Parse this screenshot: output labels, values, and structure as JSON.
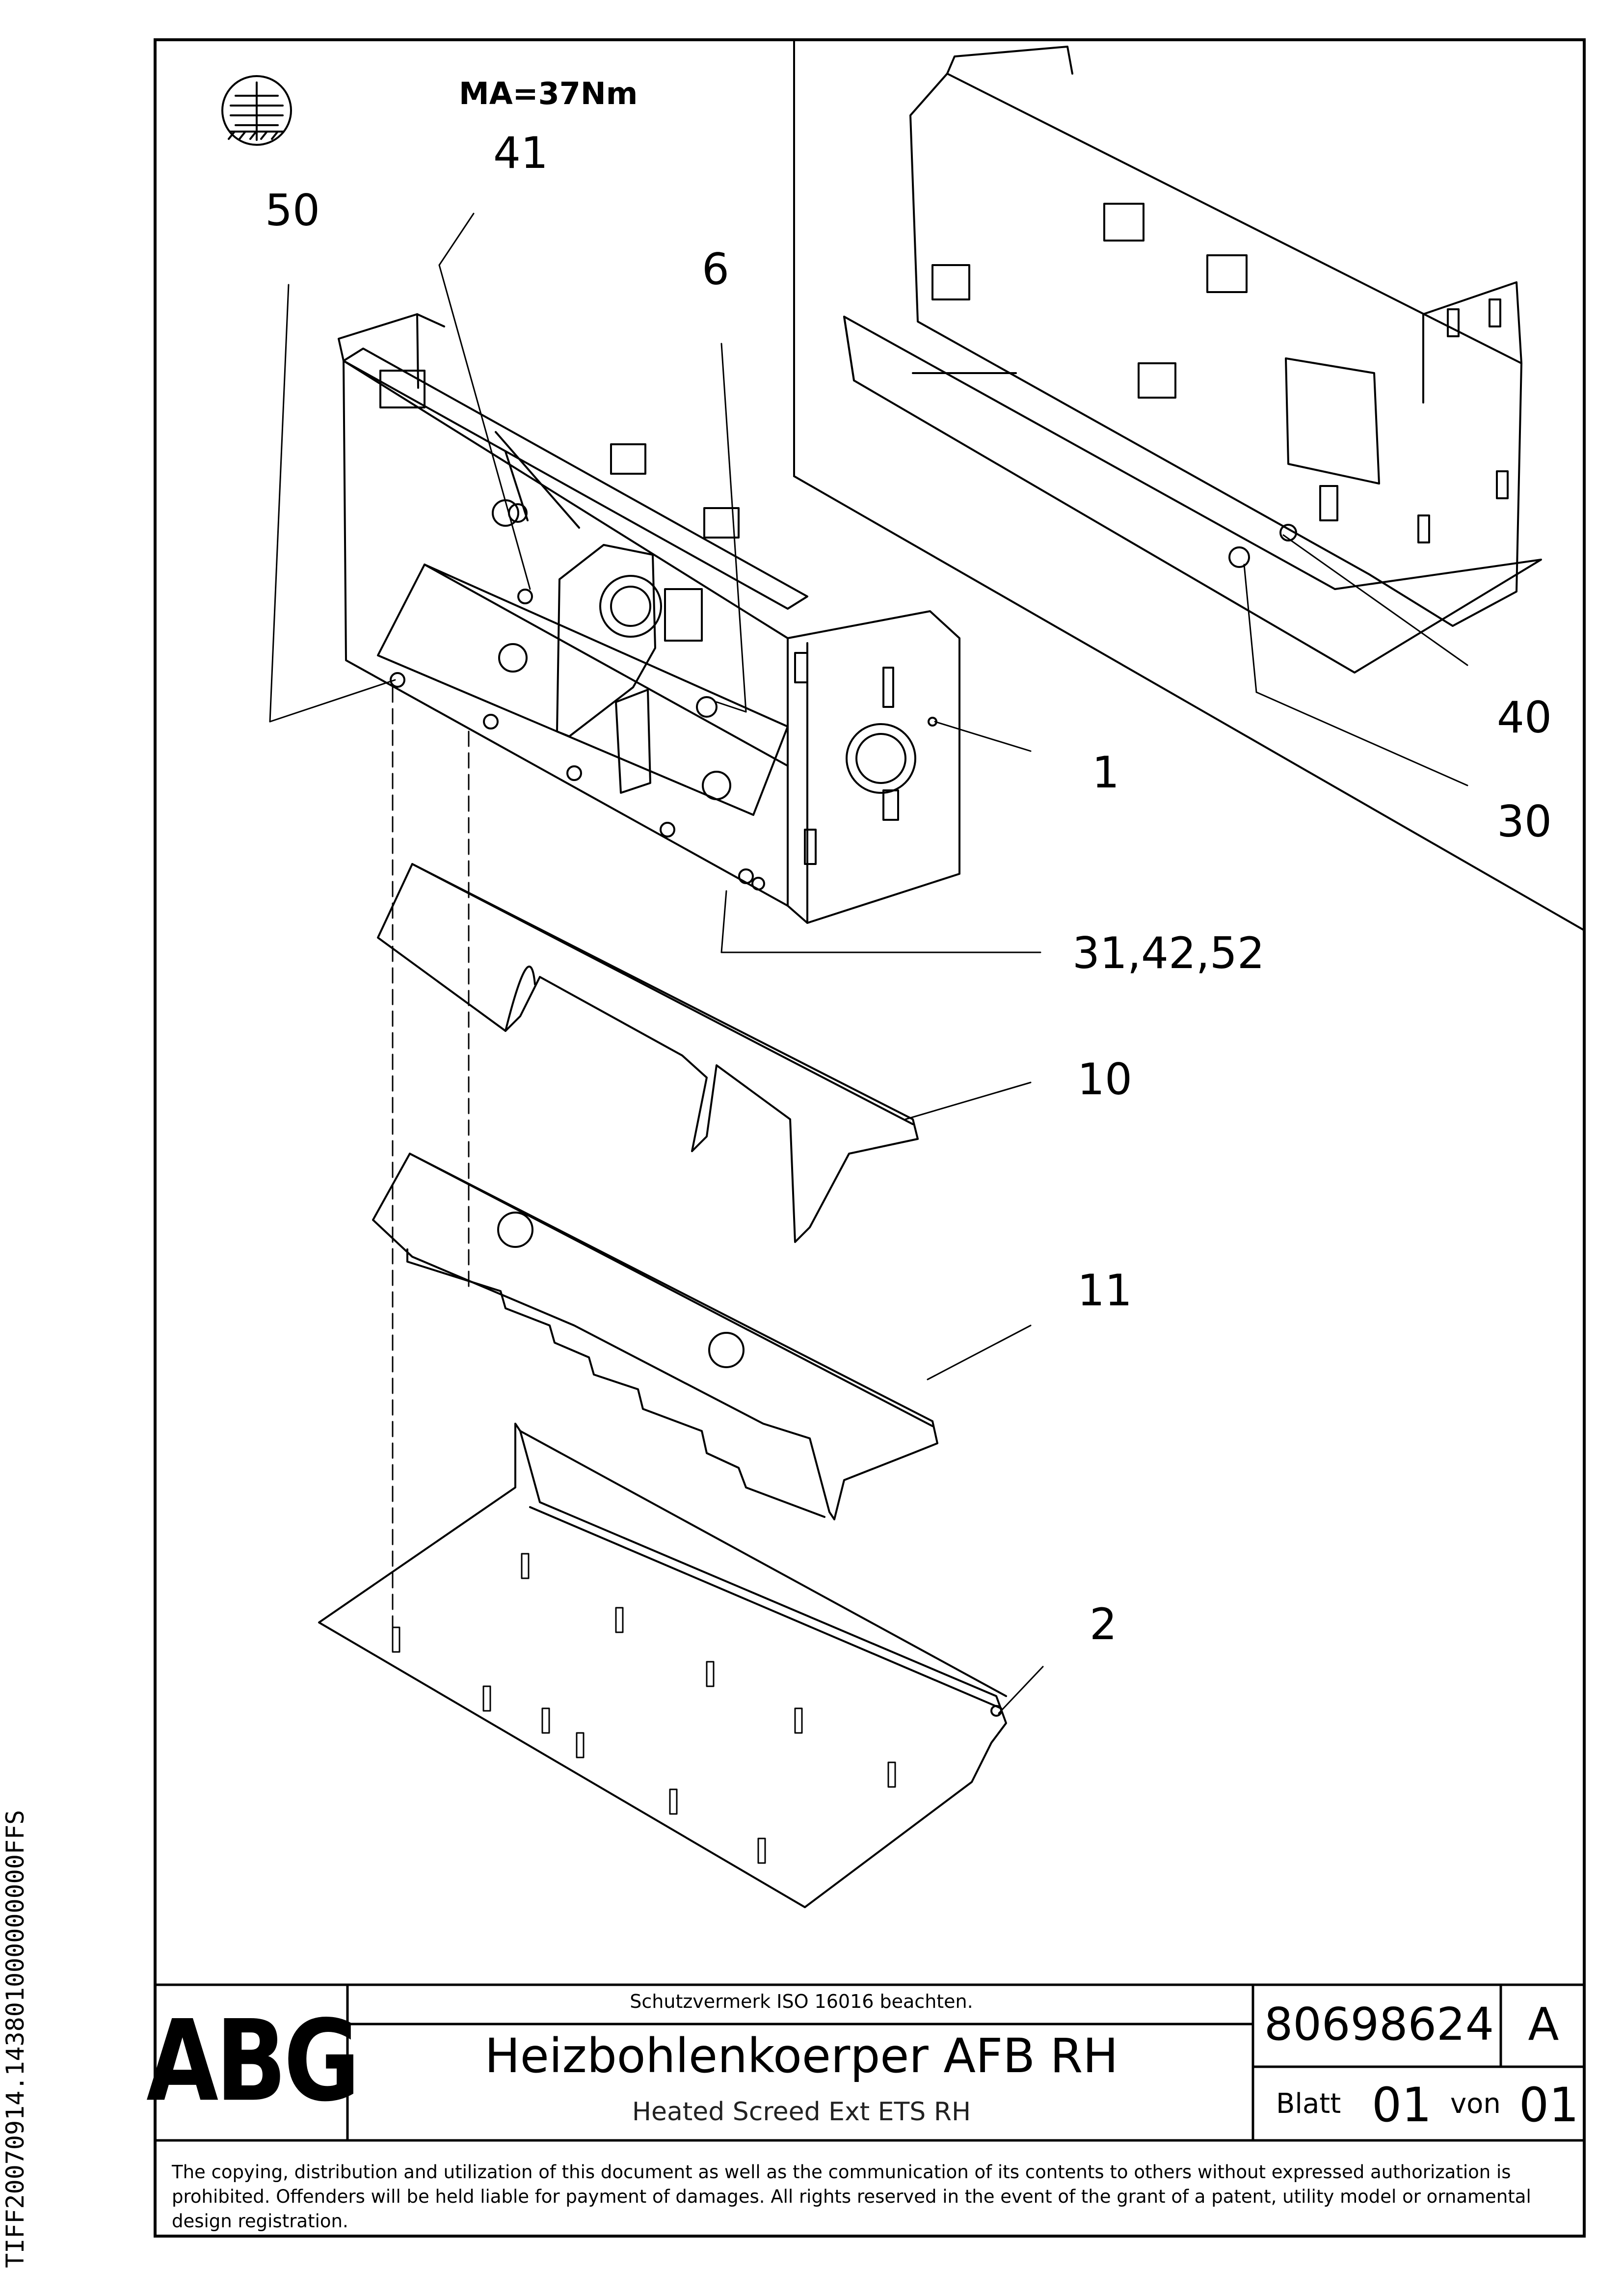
{
  "torque": "MA=37Nm",
  "callouts": {
    "c50": "50",
    "c41": "41",
    "c6": "6",
    "c1": "1",
    "c40": "40",
    "c30": "30",
    "c31_42_52": "31,42,52",
    "c10": "10",
    "c11": "11",
    "c2": "2"
  },
  "side_code": "TIFF20070914.143801000000000FFS",
  "title_block": {
    "logo": "ABG",
    "protection_note": "Schutzvermerk ISO 16016 beachten.",
    "title_de": "Heizbohlenkoerper AFB RH",
    "title_en": "Heated Screed Ext ETS RH",
    "drawing_number": "80698624",
    "revision": "A",
    "sheet_label": "Blatt",
    "sheet_number": "01",
    "of_label": "von",
    "sheet_total": "01"
  },
  "disclaimer": "The copying, distribution and utilization of this document as well as the communication of its contents to others without expressed authorization is prohibited. Offenders will be held liable for payment of damages. All rights reserved in the event of the grant of a patent, utility model or ornamental design registration.",
  "colors": {
    "ink": "#000000",
    "paper": "#ffffff"
  },
  "icons": [
    "torque-symbol-icon"
  ]
}
